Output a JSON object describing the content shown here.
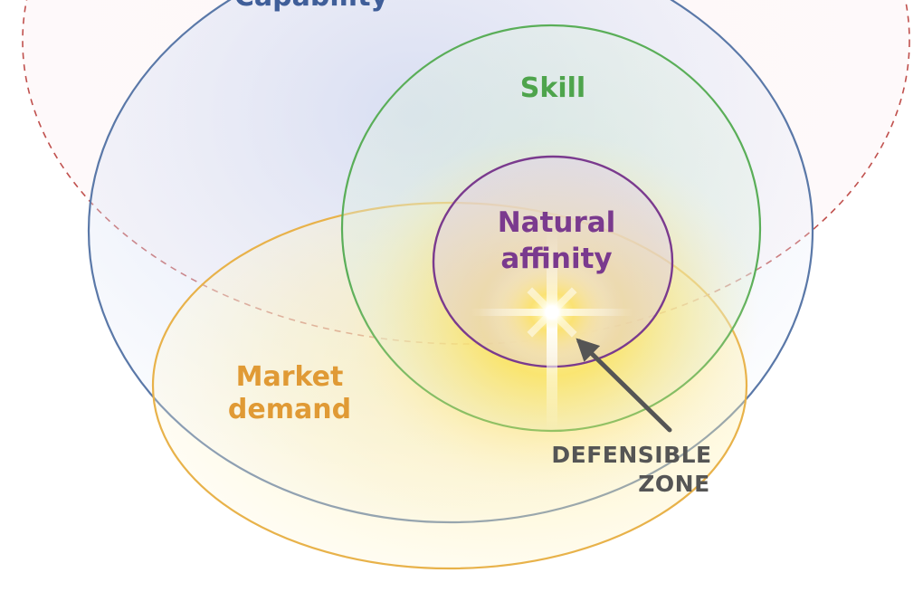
{
  "labels": {
    "capability": "Capability",
    "skill": "Skill",
    "natural_affinity_line1": "Natural",
    "natural_affinity_line2": "affinity",
    "market_demand_line1": "Market",
    "market_demand_line2": "demand",
    "defensible_zone_line1": "DEFENSIBLE",
    "defensible_zone_line2": "ZONE"
  },
  "colors": {
    "capability": "#5a78a8",
    "skill": "#5aae58",
    "natural_affinity": "#7a3a8e",
    "market_demand": "#e8a33a",
    "dashed_outer": "#c0504d",
    "defensible_zone": "#555555",
    "glow": "#ffe14a"
  }
}
